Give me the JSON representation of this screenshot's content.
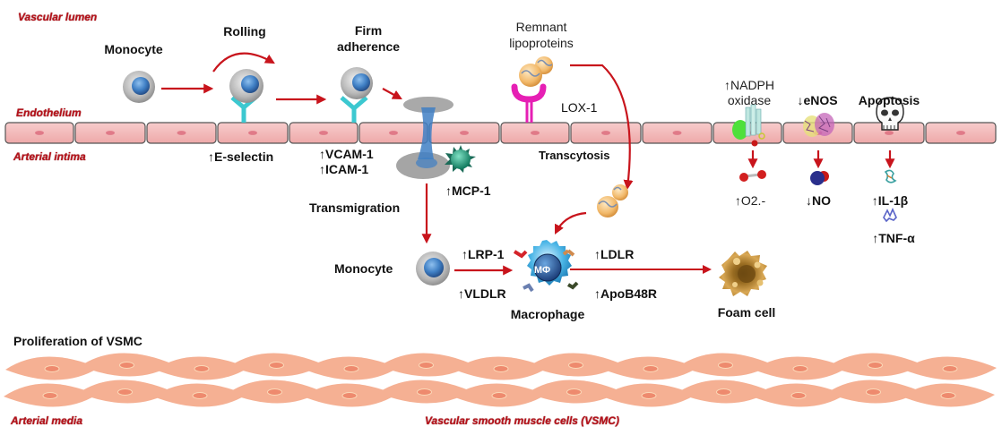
{
  "figure": {
    "regions": {
      "vascular_lumen": "Vascular lumen",
      "endothelium": "Endothelium",
      "arterial_intima": "Arterial intima",
      "arterial_media": "Arterial media",
      "vsmc": "Vascular smooth muscle cells (VSMC)"
    },
    "steps": {
      "monocyte_top": "Monocyte",
      "rolling": "Rolling",
      "firm_adherence_1": "Firm",
      "firm_adherence_2": "adherence",
      "transmigration": "Transmigration",
      "remnant_1": "Remnant",
      "remnant_2": "lipoproteins",
      "transcytosis": "Transcytosis",
      "monocyte_bottom": "Monocyte",
      "macrophage": "Macrophage",
      "macrophage_symbol": "MΦ",
      "foam_cell": "Foam cell",
      "proliferation": "Proliferation of VSMC"
    },
    "molecules": {
      "e_selectin": "↑E-selectin",
      "vcam": "↑VCAM-1",
      "icam": "↑ICAM-1",
      "mcp": "↑MCP-1",
      "lox": "LOX-1",
      "lrp": "↑LRP-1",
      "ldlr": "↑LDLR",
      "vldlr": "↑VLDLR",
      "apob48r": "↑ApoB48R",
      "nadph_1": "↑NADPH",
      "nadph_2": "oxidase",
      "enos": "↓eNOS",
      "apoptosis": "Apoptosis",
      "o2": "↑O2.-",
      "no": "↓NO",
      "il1b": "↑IL-1β",
      "tnfa": "↑TNF-α"
    },
    "colors": {
      "arrow": "#c8141c",
      "region_label": "#b5121b",
      "endothelial_cell": "#f2b8b8",
      "vsmc": "#f5b093",
      "monocyte_nucleus": "#3f7fc4",
      "e_selectin_receptor": "#3cc8d0",
      "lox1_receptor": "#e61fb4",
      "lipoprotein": "#f2b96a",
      "mcp1": "#1a9a7a",
      "macrophage": "#4ab5e6",
      "foam_cell": "#c08a3a"
    }
  }
}
